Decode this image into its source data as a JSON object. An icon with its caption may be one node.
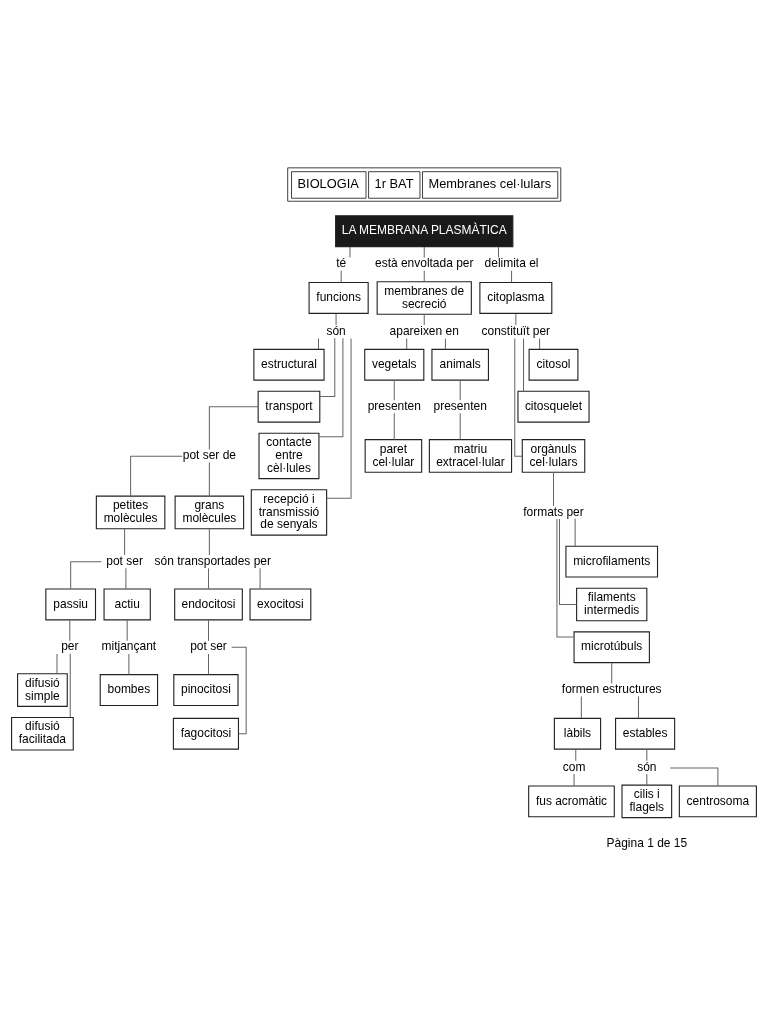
{
  "diagram": {
    "nodes": [
      {
        "text": [
          "LA MEMBRANA PLASMÀTICA"
        ]
      },
      {
        "text": [
          "té"
        ]
      },
      {
        "text": [
          "funcions"
        ]
      },
      {
        "text": [
          "són"
        ]
      },
      {
        "text": [
          "estructural"
        ]
      },
      {
        "text": [
          "transport"
        ]
      },
      {
        "text": [
          "contacte entre cèl·lules"
        ]
      },
      {
        "text": [
          "recepció i transmissió de senyals"
        ]
      },
      {
        "text": [
          "pot ser de"
        ]
      },
      {
        "text": [
          "petites molècules"
        ]
      },
      {
        "text": [
          "grans molècules"
        ]
      },
      {
        "text": [
          "pot ser"
        ]
      },
      {
        "text": [
          "són transportades per"
        ]
      },
      {
        "text": [
          "passiu"
        ]
      },
      {
        "text": [
          "actiu"
        ]
      },
      {
        "text": [
          "endocitosi"
        ]
      },
      {
        "text": [
          "exocitosi"
        ]
      },
      {
        "text": [
          "per"
        ]
      },
      {
        "text": [
          "mitjançant"
        ]
      },
      {
        "text": [
          "pot ser"
        ]
      },
      {
        "text": [
          "difusió simple"
        ]
      },
      {
        "text": [
          "difusió facilitada"
        ]
      },
      {
        "text": [
          "bombes"
        ]
      },
      {
        "text": [
          "pinocitosi"
        ]
      },
      {
        "text": [
          "fagocitosi"
        ]
      },
      {
        "text": [
          "està envoltada per"
        ]
      },
      {
        "text": [
          "membranes de secreció"
        ]
      },
      {
        "text": [
          "apareixen en"
        ]
      },
      {
        "text": [
          "animals"
        ]
      },
      {
        "text": [
          "vegetals"
        ]
      },
      {
        "text": [
          "presenten"
        ]
      },
      {
        "text": [
          "presenten"
        ]
      },
      {
        "text": [
          "matriu extracel·lular"
        ]
      },
      {
        "text": [
          "paret cel·lular"
        ]
      },
      {
        "text": [
          "delimita el"
        ]
      },
      {
        "text": [
          "citoplasma"
        ]
      },
      {
        "text": [
          "constituït per"
        ]
      },
      {
        "text": [
          "citosol"
        ]
      },
      {
        "text": [
          "citosquelet"
        ]
      },
      {
        "text": [
          "orgànuls cel·lulars"
        ]
      },
      {
        "text": [
          "formats per"
        ]
      },
      {
        "text": [
          "microfilaments"
        ]
      },
      {
        "text": [
          "filaments intermedis"
        ]
      },
      {
        "text": [
          "microtúbuls"
        ]
      },
      {
        "text": [
          "formen estructures"
        ]
      },
      {
        "text": [
          "làbils"
        ]
      },
      {
        "text": [
          "estables"
        ]
      },
      {
        "text": [
          "com"
        ]
      },
      {
        "text": [
          "són"
        ]
      },
      {
        "text": [
          "fus acromàtic"
        ]
      },
      {
        "text": [
          "centrosoma"
        ]
      },
      {
        "text": [
          "cilis i flagels"
        ]
      }
    ],
    "edges": [
      {
        "from": 0,
        "to": 1,
        "arrow": "none"
      },
      {
        "from": 0,
        "to": 25,
        "arrow": "none"
      },
      {
        "from": 0,
        "to": 34,
        "arrow": "none"
      },
      {
        "from": 1,
        "to": 2,
        "arrow": "none"
      },
      {
        "from": 2,
        "to": 3,
        "arrow": "none"
      },
      {
        "from": 3,
        "to": 4,
        "arrow": "none"
      },
      {
        "from": 3,
        "to": 5,
        "arrow": "none"
      },
      {
        "from": 3,
        "to": 6,
        "arrow": "none"
      },
      {
        "from": 3,
        "to": 7,
        "arrow": "none"
      },
      {
        "from": 5,
        "to": 8,
        "arrow": "none"
      },
      {
        "from": 8,
        "to": 9,
        "arrow": "none"
      },
      {
        "from": 8,
        "to": 10,
        "arrow": "none"
      },
      {
        "from": 9,
        "to": 11,
        "arrow": "none"
      },
      {
        "from": 10,
        "to": 12,
        "arrow": "none"
      },
      {
        "from": 11,
        "to": 13,
        "arrow": "none"
      },
      {
        "from": 11,
        "to": 14,
        "arrow": "none"
      },
      {
        "from": 12,
        "to": 15,
        "arrow": "none"
      },
      {
        "from": 12,
        "to": 16,
        "arrow": "none"
      },
      {
        "from": 13,
        "to": 17,
        "arrow": "none"
      },
      {
        "from": 14,
        "to": 18,
        "arrow": "none"
      },
      {
        "from": 15,
        "to": 19,
        "arrow": "none"
      },
      {
        "from": 17,
        "to": 20,
        "arrow": "none"
      },
      {
        "from": 17,
        "to": 21,
        "arrow": "none"
      },
      {
        "from": 18,
        "to": 22,
        "arrow": "none"
      },
      {
        "from": 19,
        "to": 23,
        "arrow": "none"
      },
      {
        "from": 19,
        "to": 24,
        "arrow": "none"
      },
      {
        "from": 25,
        "to": 26,
        "arrow": "none"
      },
      {
        "from": 26,
        "to": 27,
        "arrow": "none"
      },
      {
        "from": 27,
        "to": 28,
        "arrow": "none"
      },
      {
        "from": 27,
        "to": 29,
        "arrow": "none"
      },
      {
        "from": 28,
        "to": 30,
        "arrow": "none"
      },
      {
        "from": 29,
        "to": 31,
        "arrow": "none"
      },
      {
        "from": 30,
        "to": 32,
        "arrow": "none"
      },
      {
        "from": 31,
        "to": 33,
        "arrow": "none"
      },
      {
        "from": 34,
        "to": 35,
        "arrow": "none"
      },
      {
        "from": 35,
        "to": 36,
        "arrow": "none"
      },
      {
        "from": 36,
        "to": 37,
        "arrow": "none"
      },
      {
        "from": 36,
        "to": 38,
        "arrow": "none"
      },
      {
        "from": 36,
        "to": 39,
        "arrow": "none"
      },
      {
        "from": 39,
        "to": 40,
        "arrow": "none"
      },
      {
        "from": 40,
        "to": 41,
        "arrow": "none"
      },
      {
        "from": 40,
        "to": 42,
        "arrow": "none"
      },
      {
        "from": 40,
        "to": 43,
        "arrow": "none"
      },
      {
        "from": 43,
        "to": 44,
        "arrow": "none"
      },
      {
        "from": 44,
        "to": 45,
        "arrow": "none"
      },
      {
        "from": 44,
        "to": 46,
        "arrow": "none"
      },
      {
        "from": 45,
        "to": 47,
        "arrow": "none"
      },
      {
        "from": 46,
        "to": 48,
        "arrow": "none"
      },
      {
        "from": 47,
        "to": 49,
        "arrow": "none"
      },
      {
        "from": 48,
        "to": 50,
        "arrow": "none"
      },
      {
        "from": 48,
        "to": 51,
        "arrow": "none"
      }
    ],
    "labels": [
      "BIOLOGIA",
      "1r BAT",
      "Membranes cel·lulars",
      "Pàgina 1 de 15"
    ]
  }
}
